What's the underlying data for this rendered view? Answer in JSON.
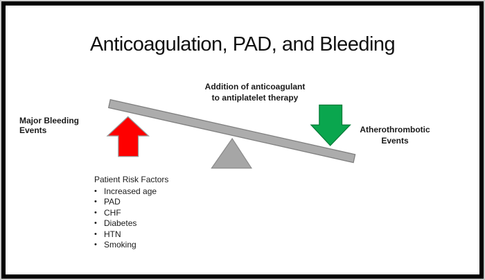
{
  "slide": {
    "title": "Anticoagulation, PAD, and Bleeding",
    "beam_annotation": {
      "line1": "Addition of anticoagulant",
      "line2": "to antiplatelet therapy"
    },
    "left_label": "Major Bleeding Events",
    "right_label": {
      "line1": "Atherothrombotic",
      "line2": "Events"
    },
    "risk_factors": {
      "heading": "Patient Risk Factors",
      "bullet_char": "•",
      "items": [
        "Increased age",
        "PAD",
        "CHF",
        "Diabetes",
        "HTN",
        "Smoking"
      ]
    },
    "colors": {
      "bleeding_arrow_red": "#fe0000",
      "atherothrombotic_arrow_green": "#0aa64e",
      "beam_gray": "#acacac",
      "fulcrum_gray": "#a6a6a6",
      "frame_border_black": "#000000",
      "background_white": "#ffffff"
    },
    "icons": {
      "up_arrow": "bleeding-up-arrow-icon",
      "down_arrow": "atherothrombotic-down-arrow-icon"
    }
  }
}
